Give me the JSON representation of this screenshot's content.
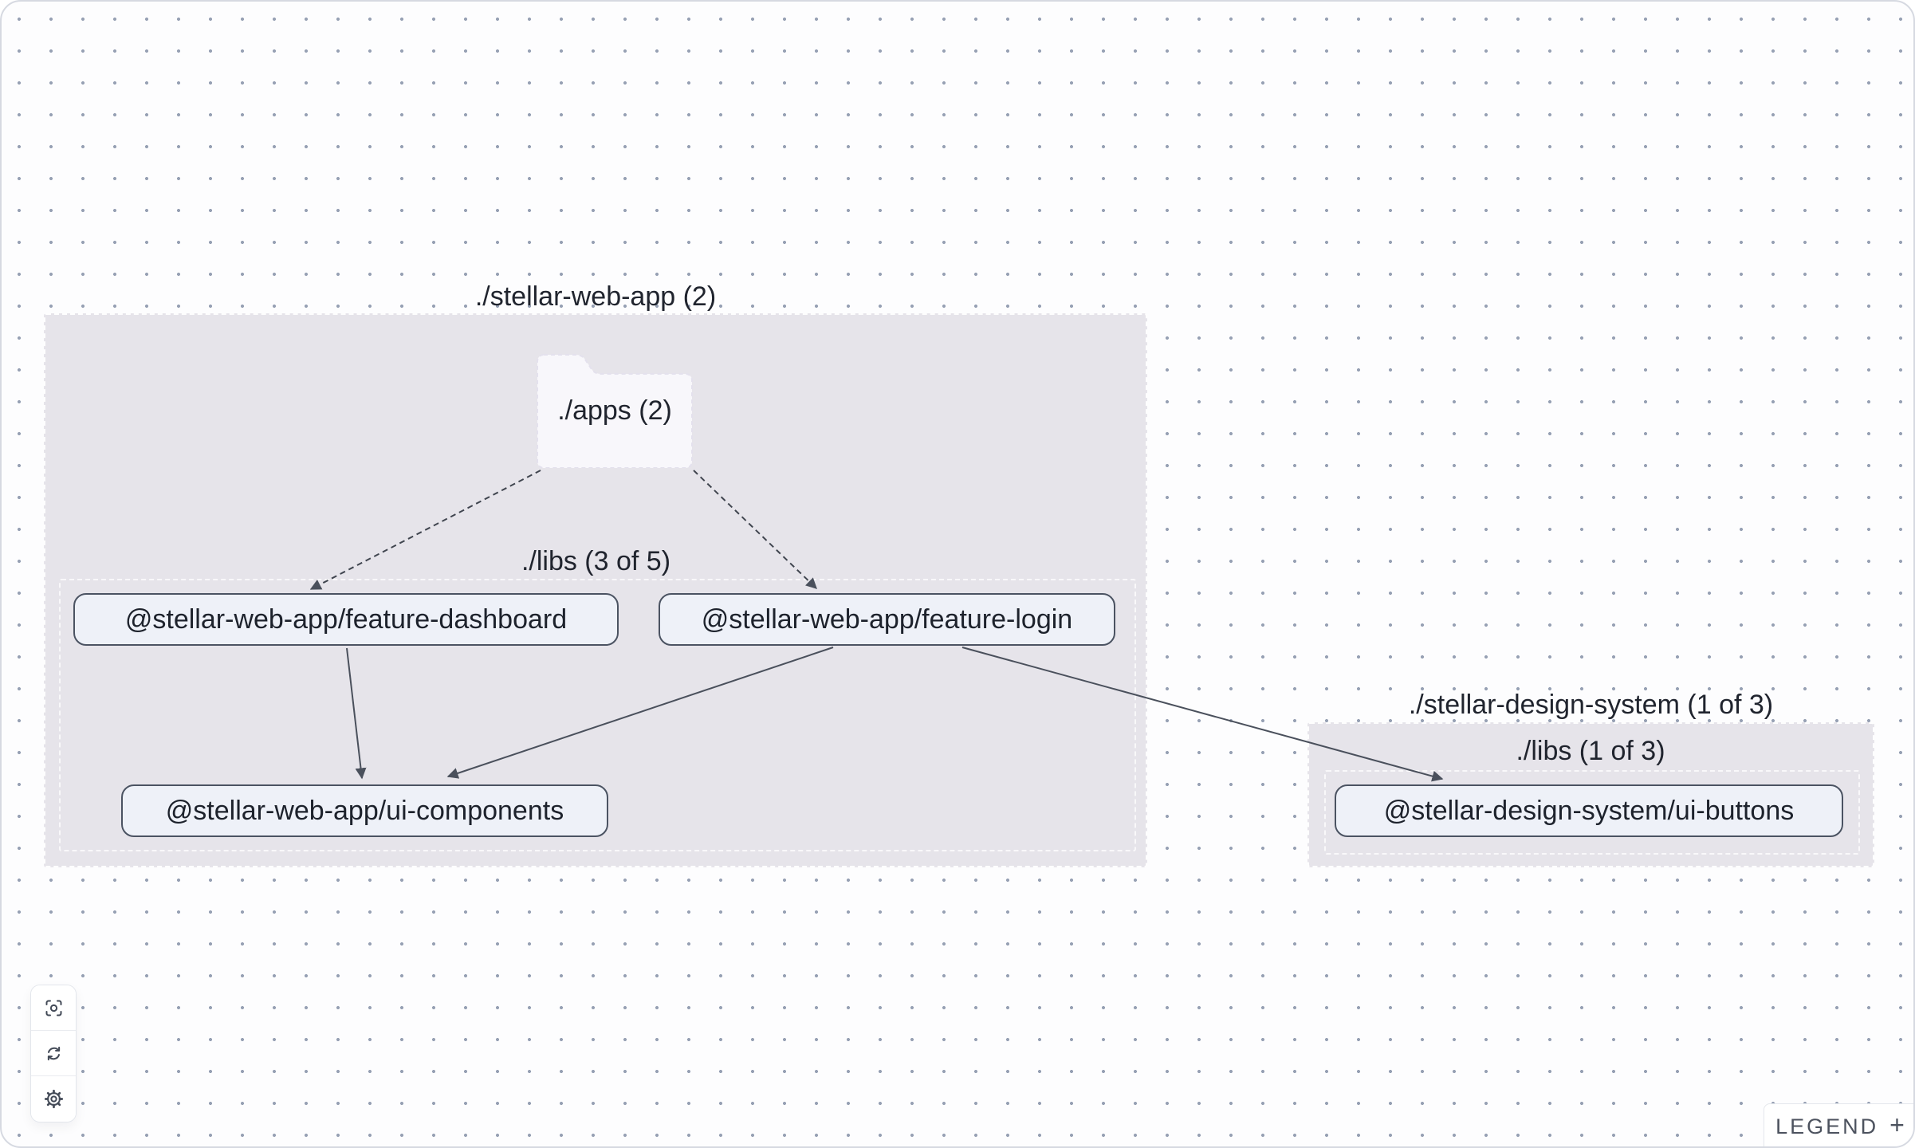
{
  "diagram": {
    "project_groups": [
      {
        "label": "./stellar-web-app (2)",
        "folder_label": "./apps (2)",
        "libs_label": "./libs (3 of 5)"
      },
      {
        "label": "./stellar-design-system (1 of 3)",
        "libs_label": "./libs (1 of 3)"
      }
    ],
    "nodes": [
      {
        "label": "@stellar-web-app/feature-dashboard"
      },
      {
        "label": "@stellar-web-app/feature-login"
      },
      {
        "label": "@stellar-web-app/ui-components"
      },
      {
        "label": "@stellar-design-system/ui-buttons"
      }
    ],
    "edges": [
      {
        "from": "./apps (2)",
        "to": "@stellar-web-app/feature-dashboard",
        "style": "dashed"
      },
      {
        "from": "./apps (2)",
        "to": "@stellar-web-app/feature-login",
        "style": "dashed"
      },
      {
        "from": "@stellar-web-app/feature-dashboard",
        "to": "@stellar-web-app/ui-components",
        "style": "solid"
      },
      {
        "from": "@stellar-web-app/feature-login",
        "to": "@stellar-web-app/ui-components",
        "style": "solid"
      },
      {
        "from": "@stellar-web-app/feature-login",
        "to": "@stellar-design-system/ui-buttons",
        "style": "solid"
      }
    ]
  },
  "toolbar": {
    "buttons": [
      {
        "icon": "focus-icon"
      },
      {
        "icon": "refresh-icon"
      },
      {
        "icon": "settings-icon"
      }
    ]
  },
  "legend": {
    "label": "LEGEND",
    "expand_symbol": "+"
  },
  "colors": {
    "canvas_bg": "#fdfdfe",
    "canvas_border": "#d6d9e1",
    "dot": "#97a1b4",
    "group_bg": "#e6e4ea",
    "group_border": "#ffffff",
    "node_bg": "#eef1f8",
    "node_border": "#4b5362",
    "node_text": "#1d222c",
    "edge": "#4a505c",
    "folder_bg": "#f8f7fb",
    "folder_border": "#e4e1ed"
  }
}
